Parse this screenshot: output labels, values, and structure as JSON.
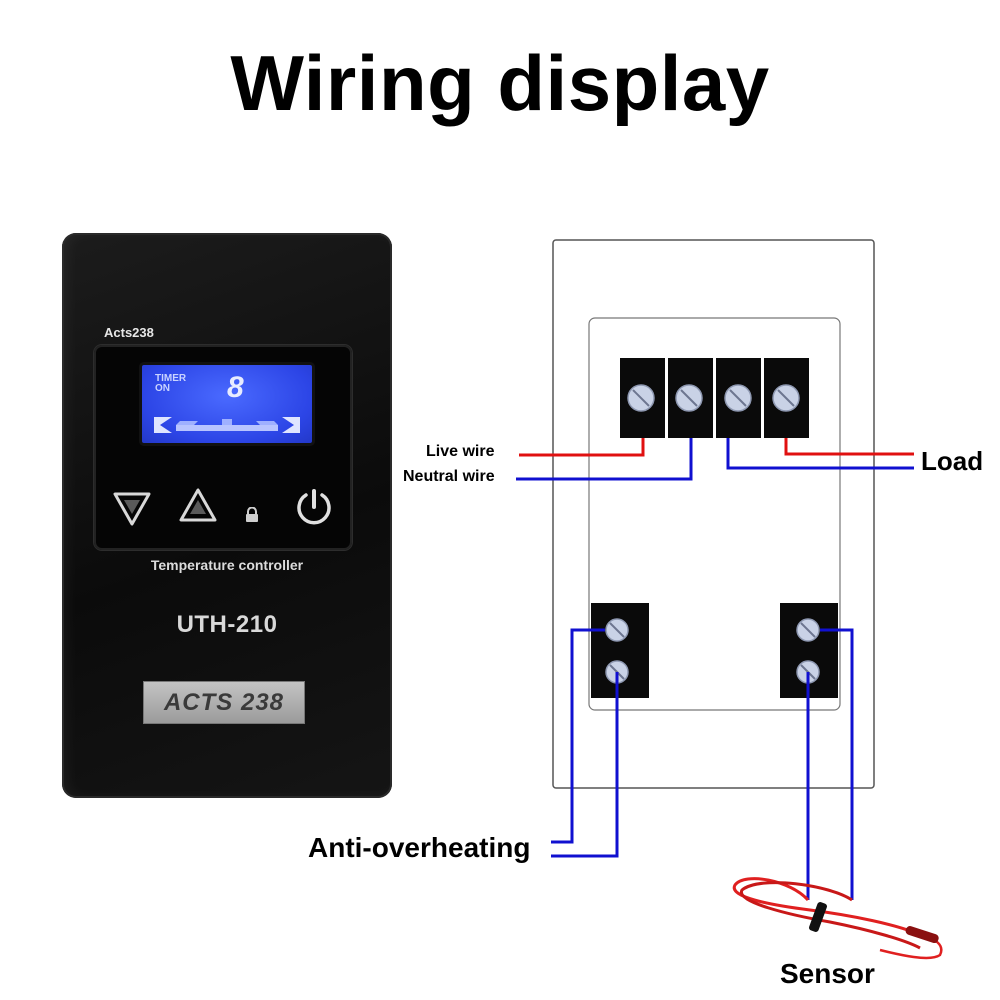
{
  "title": "Wiring display",
  "device": {
    "brand_small": "Acts238",
    "lcd": {
      "line1": "TIMER",
      "line2": "ON",
      "digit": "8"
    },
    "controller_label": "Temperature controller",
    "model": "UTH-210",
    "badge": "ACTS 238",
    "icons": [
      "down-arrow-icon",
      "up-arrow-icon",
      "lock-icon",
      "power-icon"
    ]
  },
  "wiring": {
    "labels": {
      "live": "Live wire",
      "neutral": "Neutral wire",
      "load": "Load",
      "anti_overheating": "Anti-overheating",
      "sensor": "Sensor"
    },
    "terminals_top_count": 4,
    "terminals_bottom_left_count": 2,
    "terminals_bottom_right_count": 2
  },
  "colors": {
    "live": "#e01010",
    "neutral": "#1010d0",
    "terminal_block": "#0a0a0a",
    "screw": "#c9d2e6",
    "lcd": "#2c45e6",
    "sensor_cable": "#e02020"
  }
}
